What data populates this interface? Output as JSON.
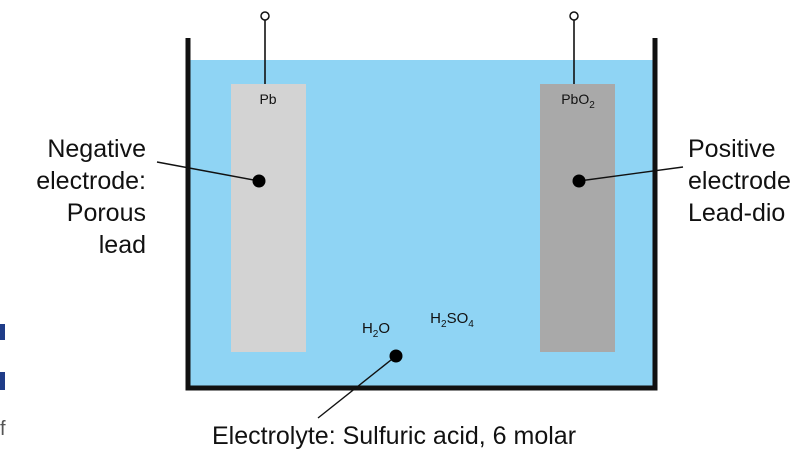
{
  "electrodes": {
    "negative": {
      "symbol": "Pb",
      "callout": [
        "Negative",
        "electrode:",
        "Porous",
        "lead"
      ]
    },
    "positive": {
      "symbol_base": "PbO",
      "symbol_sub": "2",
      "callout": [
        "Positive",
        "electrode",
        "Lead-dio"
      ]
    }
  },
  "electrolyte": {
    "water": {
      "base1": "H",
      "sub1": "2",
      "base2": "O"
    },
    "acid": {
      "base1": "H",
      "sub1": "2",
      "base2": "SO",
      "sub2": "4"
    },
    "caption": "Electrolyte: Sulfuric acid, 6 molar"
  },
  "edge": {
    "left_fragment": "f"
  },
  "colors": {
    "electrolyte_fill": "#8fd4f4",
    "negative_plate": "#d3d3d3",
    "positive_plate": "#a9a9a9",
    "container_outline": "#111111",
    "edge_accent": "#1f3c88"
  }
}
